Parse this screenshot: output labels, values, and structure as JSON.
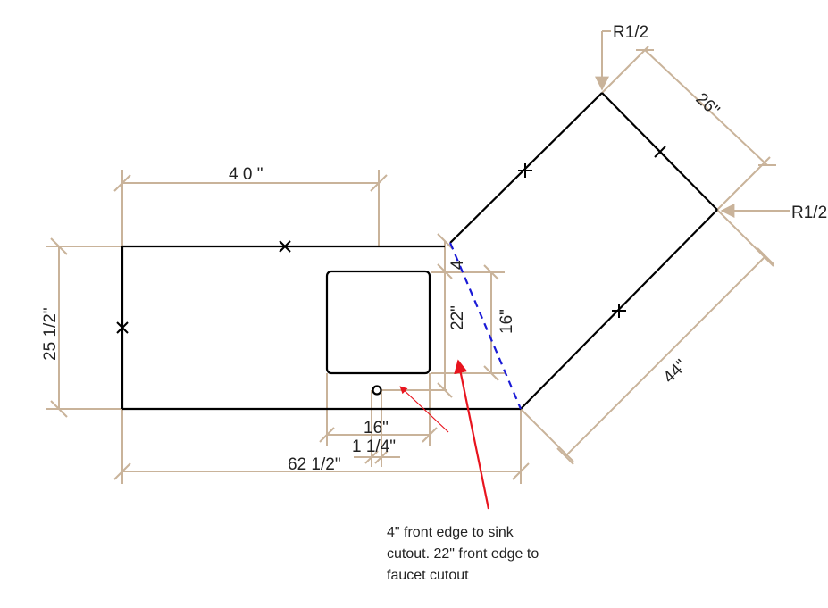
{
  "colors": {
    "outline": "#000000",
    "dimension": "#c9b39a",
    "annotation_arrow": "#e8141e",
    "diagonal": "#1a1ad6"
  },
  "dimensions": {
    "top_length": "4 0 \"",
    "left_depth": "25 1/2\"",
    "faucet_offset": "22\"",
    "sink_small": "4",
    "sink_offset": "16\"",
    "sink_width": "16\"",
    "faucet_gap": "1 1/4\"",
    "overall_length": "62 1/2\"",
    "radius_top": "R1/2",
    "radius_right": "R1/2",
    "wing_end": "26\"",
    "wing_length": "44\""
  },
  "note": {
    "lines": [
      "4\" front edge to sink",
      "cutout. 22\" front edge to",
      "faucet cutout"
    ]
  }
}
